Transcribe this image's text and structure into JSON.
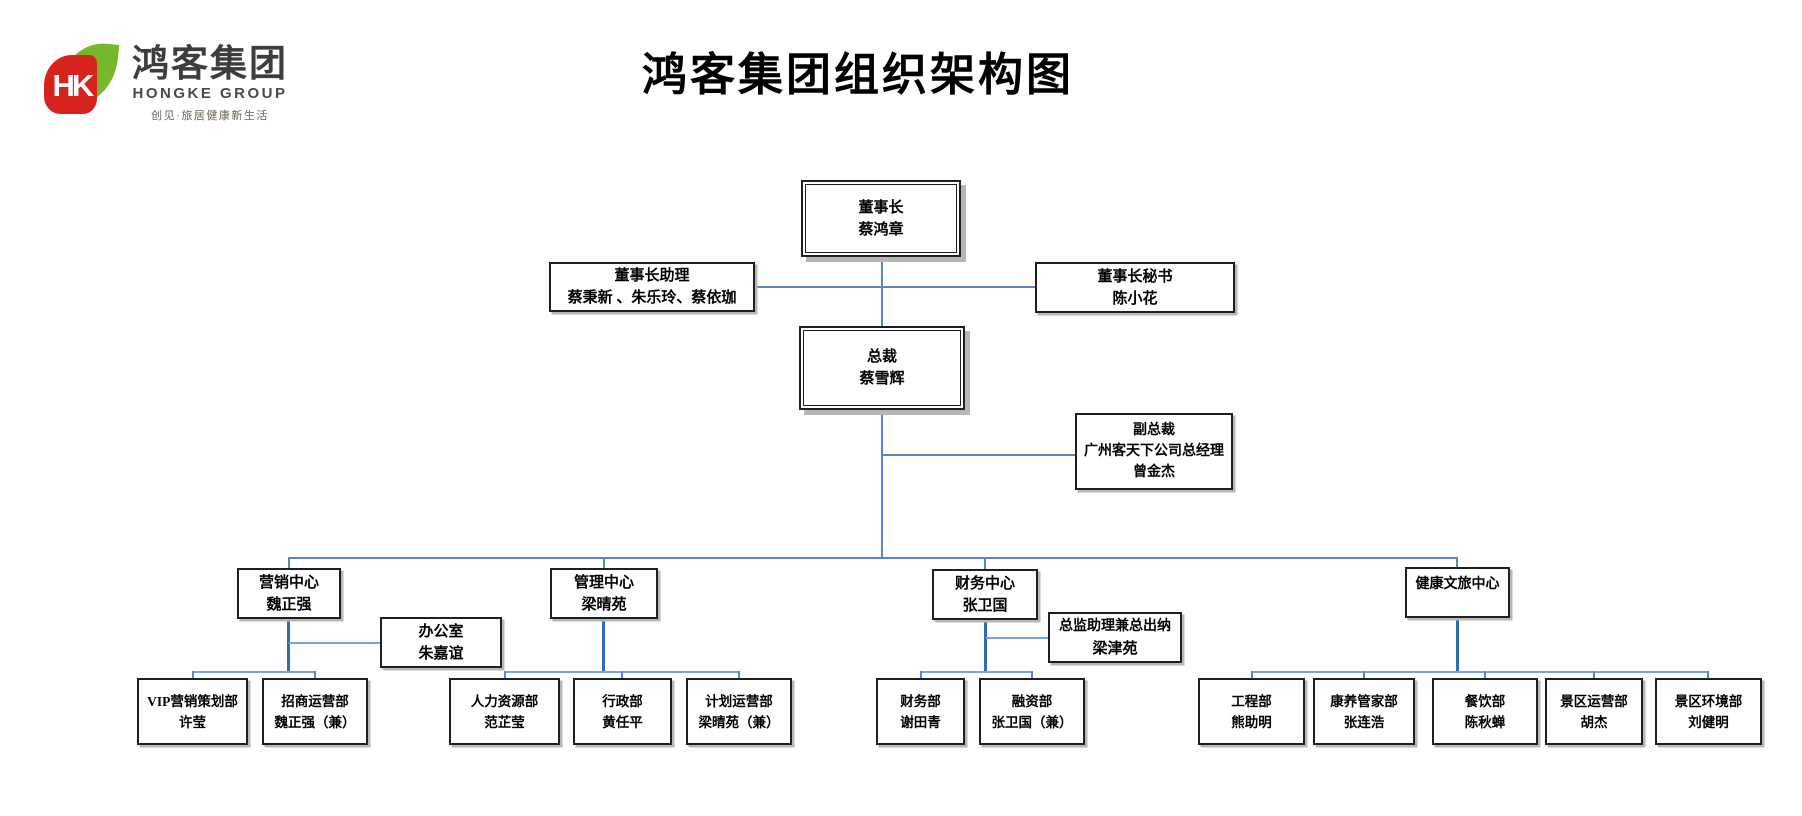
{
  "logo": {
    "monogram": "HK",
    "name": "鸿客集团",
    "name_en": "HONGKE GROUP",
    "tagline": "创见·旅居健康新生活"
  },
  "title": "鸿客集团组织架构图",
  "colors": {
    "connector": "#5b85c8",
    "connector_dark": "#2e6db5",
    "connector_light": "#7aa3d9",
    "box_border": "#1f1f1f",
    "shadow": "#b7b7b7",
    "logo_red": "#d7231e",
    "logo_green": "#76b82a"
  },
  "nodes": {
    "chairman": {
      "title": "董事长",
      "person": "蔡鸿章"
    },
    "chairman_assistant": {
      "title": "董事长助理",
      "person": "蔡秉新 、朱乐玲、蔡依珈"
    },
    "chairman_secretary": {
      "title": "董事长秘书",
      "person": "陈小花"
    },
    "president": {
      "title": "总裁",
      "person": "蔡雪辉"
    },
    "vice_president": {
      "title": "副总裁",
      "subtitle": "广州客天下公司总经理",
      "person": "曾金杰"
    },
    "marketing_center": {
      "title": "营销中心",
      "person": "魏正强"
    },
    "office": {
      "title": "办公室",
      "person": "朱嘉谊"
    },
    "vip_marketing": {
      "title": "VIP营销策划部",
      "person": "许莹"
    },
    "investment_ops": {
      "title": "招商运营部",
      "person": "魏正强（兼）"
    },
    "management_center": {
      "title": "管理中心",
      "person": "梁晴苑"
    },
    "hr": {
      "title": "人力资源部",
      "person": "范芷莹"
    },
    "admin": {
      "title": "行政部",
      "person": "黄任平"
    },
    "planning_ops": {
      "title": "计划运营部",
      "person": "梁晴苑（兼）"
    },
    "finance_center": {
      "title": "财务中心",
      "person": "张卫国"
    },
    "director_assistant": {
      "title": "总监助理兼总出纳",
      "person": "梁津苑"
    },
    "finance_dept": {
      "title": "财务部",
      "person": "谢田青"
    },
    "financing_dept": {
      "title": "融资部",
      "person": "张卫国（兼）"
    },
    "health_tourism_center": {
      "title": "健康文旅中心",
      "person": ""
    },
    "engineering": {
      "title": "工程部",
      "person": "熊助明"
    },
    "wellness_butler": {
      "title": "康养管家部",
      "person": "张连浩"
    },
    "catering": {
      "title": "餐饮部",
      "person": "陈秋蝉"
    },
    "scenic_ops": {
      "title": "景区运营部",
      "person": "胡杰"
    },
    "scenic_env": {
      "title": "景区环境部",
      "person": "刘健明"
    }
  }
}
